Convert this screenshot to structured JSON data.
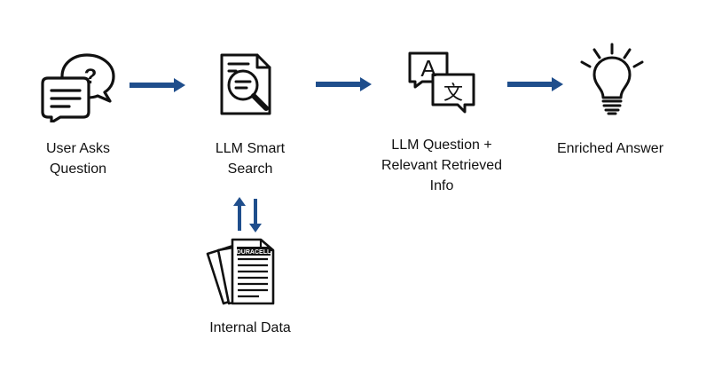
{
  "nodes": {
    "user": {
      "label": "User Asks\nQuestion"
    },
    "search": {
      "label": "LLM Smart\nSearch"
    },
    "combine": {
      "label": "LLM Question +\nRelevant Retrieved\nInfo"
    },
    "answer": {
      "label": "Enriched Answer"
    },
    "internal": {
      "label": "Internal Data",
      "doc_brand": "DURACELL"
    }
  },
  "translate_glyphs": {
    "latin": "A",
    "cjk": "文"
  },
  "question_glyph": "?",
  "colors": {
    "arrow": "#1f4e8c",
    "stroke": "#111111"
  },
  "icons": {
    "user": "chat-question-icon",
    "search": "document-search-icon",
    "combine": "translate-icon",
    "answer": "lightbulb-icon",
    "internal": "documents-stack-icon"
  }
}
